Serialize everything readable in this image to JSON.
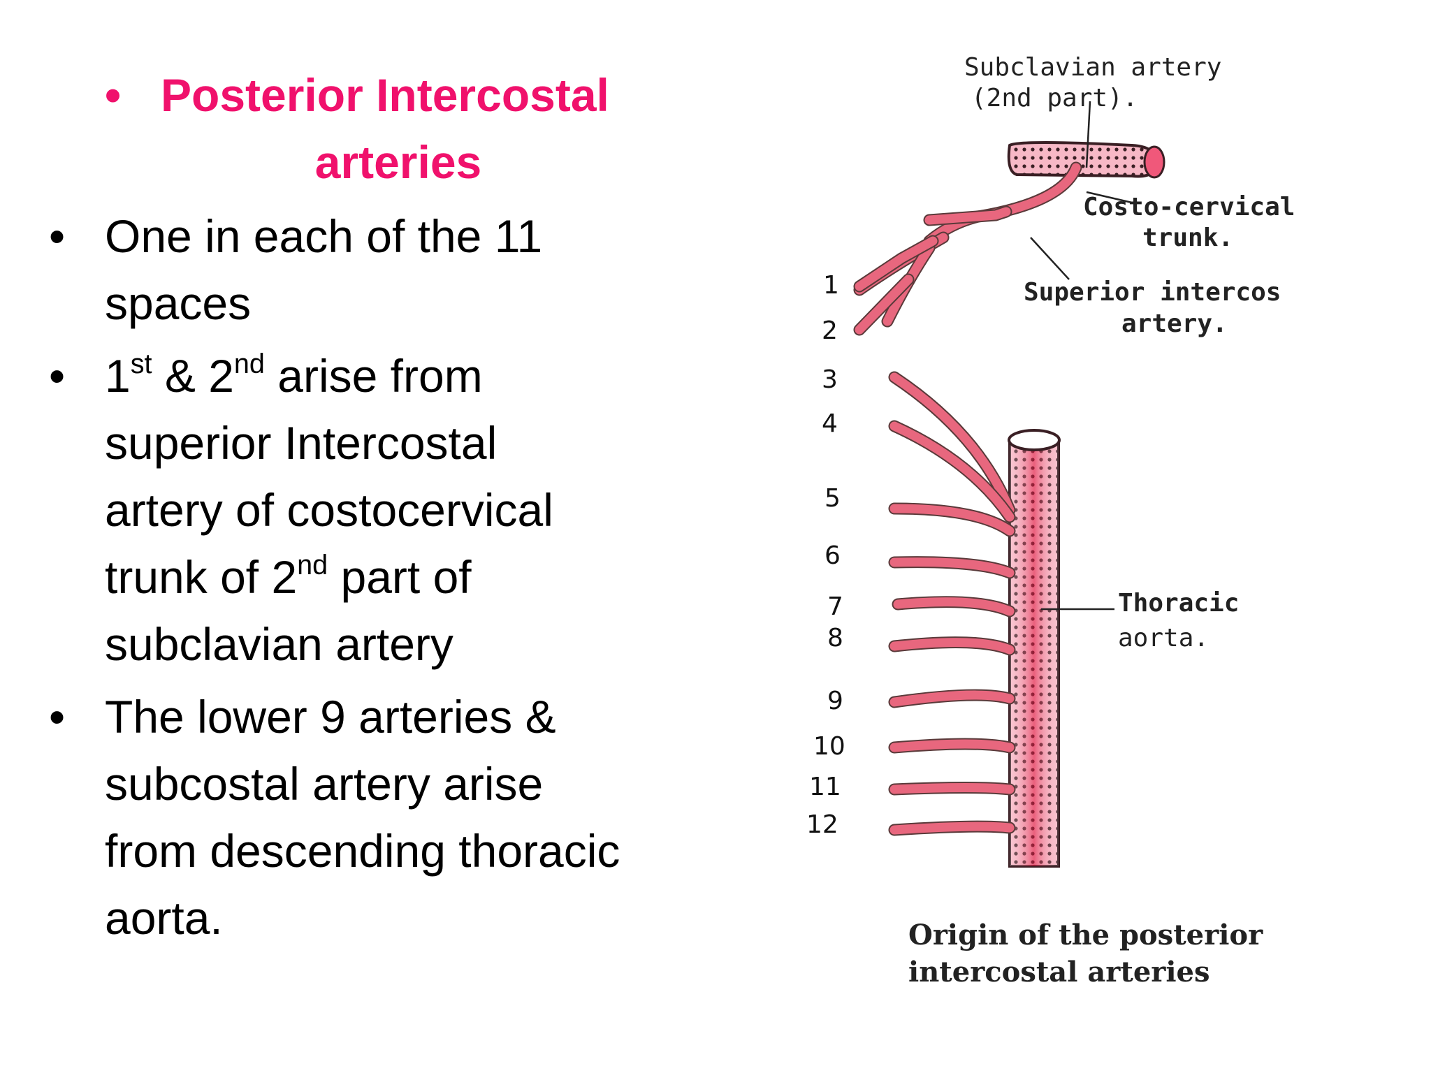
{
  "slide": {
    "heading": {
      "bullet": "•",
      "line1": "Posterior Intercostal",
      "line2": "arteries"
    },
    "bullets": [
      {
        "lines": [
          "One in each of the 11",
          "spaces"
        ]
      },
      {
        "part1": "1",
        "sup1": "st",
        "part2": " & 2",
        "sup2": "nd",
        "part3": " arise from",
        "line2": "superior Intercostal",
        "line3": "artery of costocervical",
        "line4a": "trunk of 2",
        "line4sup": "nd",
        "line4b": " part of",
        "line5": "subclavian artery"
      },
      {
        "lines": [
          "The lower 9 arteries &",
          "subcostal artery arise",
          "from descending thoracic",
          "aorta."
        ]
      }
    ]
  },
  "diagram": {
    "labels": {
      "subclavian_1": "Subclavian artery",
      "subclavian_2": "(2nd part).",
      "costo_1": "Costo-cervical",
      "costo_2": "trunk.",
      "superior_1": "Superior intercos",
      "superior_2": "artery.",
      "thoracic_1": "Thoracic",
      "thoracic_2": "aorta."
    },
    "numbers": [
      "1",
      "2",
      "3",
      "4",
      "5",
      "6",
      "7",
      "8",
      "9",
      "10",
      "11",
      "12"
    ],
    "caption_1": "Origin of the posterior",
    "caption_2": "intercostal arteries",
    "colors": {
      "heading": "#f0116c",
      "vessel": "#e8677e",
      "vessel_dark": "#d62a4a"
    }
  }
}
